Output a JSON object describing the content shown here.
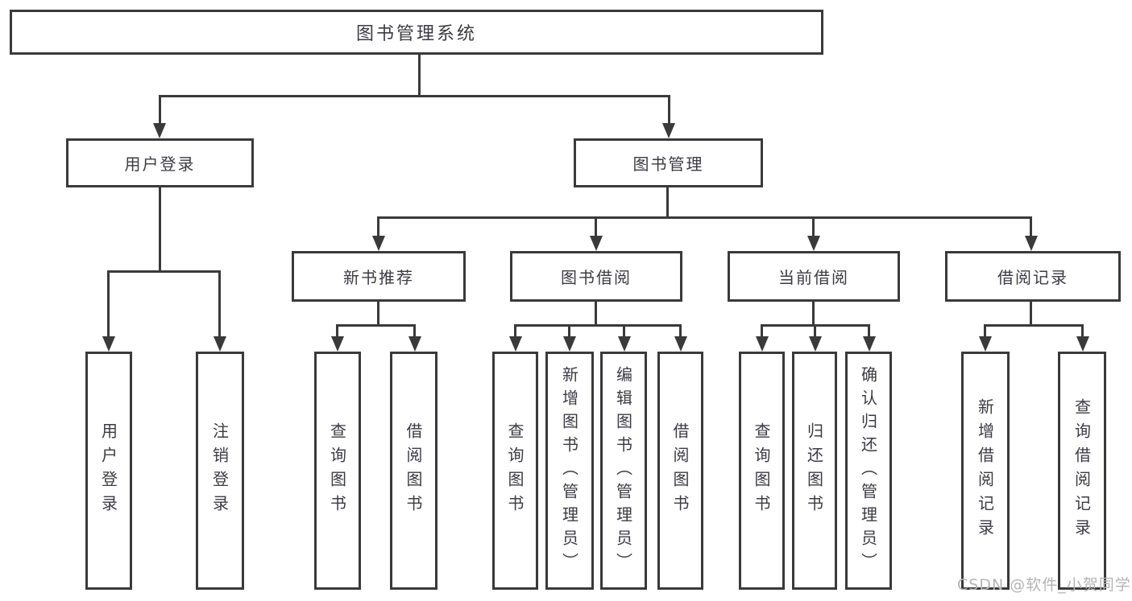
{
  "diagram": {
    "type": "hierarchy-tree",
    "colors": {
      "line": "#3a3a3a",
      "text": "#3b3b43",
      "background": "#ffffff",
      "watermark": "#b5b5b5"
    },
    "tree": {
      "label": "图书管理系统",
      "children": [
        {
          "label": "用户登录",
          "children": [
            {
              "label": "用户登录"
            },
            {
              "label": "注销登录"
            }
          ]
        },
        {
          "label": "图书管理",
          "children": [
            {
              "label": "新书推荐",
              "children": [
                {
                  "label": "查询图书"
                },
                {
                  "label": "借阅图书"
                }
              ]
            },
            {
              "label": "图书借阅",
              "children": [
                {
                  "label": "查询图书"
                },
                {
                  "label": "新增图书（管理员）"
                },
                {
                  "label": "编辑图书（管理员）"
                },
                {
                  "label": "借阅图书"
                }
              ]
            },
            {
              "label": "当前借阅",
              "children": [
                {
                  "label": "查询图书"
                },
                {
                  "label": "归还图书"
                },
                {
                  "label": "确认归还（管理员）"
                }
              ]
            },
            {
              "label": "借阅记录",
              "children": [
                {
                  "label": "新增借阅记录"
                },
                {
                  "label": "查询借阅记录"
                }
              ]
            }
          ]
        }
      ]
    },
    "watermark": {
      "text": "CSDN @软件_小贺同学"
    }
  }
}
